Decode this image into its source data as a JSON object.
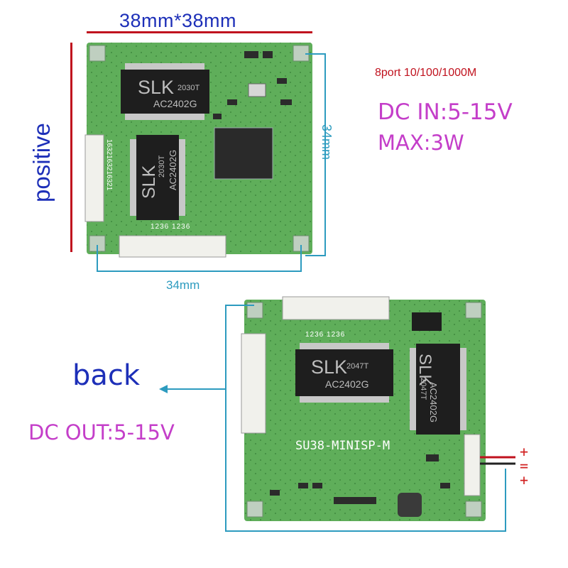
{
  "header": {
    "dimension_label": "38mm*38mm"
  },
  "specs": {
    "ports": "8port 10/100/1000M",
    "dc_in": "DC IN:5-15V",
    "max_power": "MAX:3W"
  },
  "front": {
    "side_label": "positive",
    "height_label": "34mm",
    "width_label": "34mm",
    "chip1_brand": "SLK",
    "chip1_model": "2030T",
    "chip1_code": "AC2402G",
    "chip2_brand": "SLK",
    "chip2_model": "2030T",
    "chip2_code": "AC2402G",
    "connector_marks_left": "1632163216321",
    "connector_marks_bottom": "1236 1236"
  },
  "back": {
    "side_label": "back",
    "dc_out": "DC OUT:5-15V",
    "board_text": "SU38-MINISP-M",
    "chip1_brand": "SLK",
    "chip1_model": "2047T",
    "chip1_code": "AC2402G",
    "chip2_brand": "SLK",
    "chip2_model": "2047T",
    "chip2_code": "AC2402G",
    "connector_marks_top": "1236 1236",
    "polarity_top": "+",
    "polarity_mid": "=",
    "polarity_bottom": "+"
  },
  "colors": {
    "pcb_green": "#5fae5a",
    "chip_black": "#1e1e1e",
    "title_blue": "#1d2fb8",
    "spec_magenta": "#c43ec9",
    "accent_red": "#c0121e",
    "line_teal": "#2d9bbf"
  }
}
